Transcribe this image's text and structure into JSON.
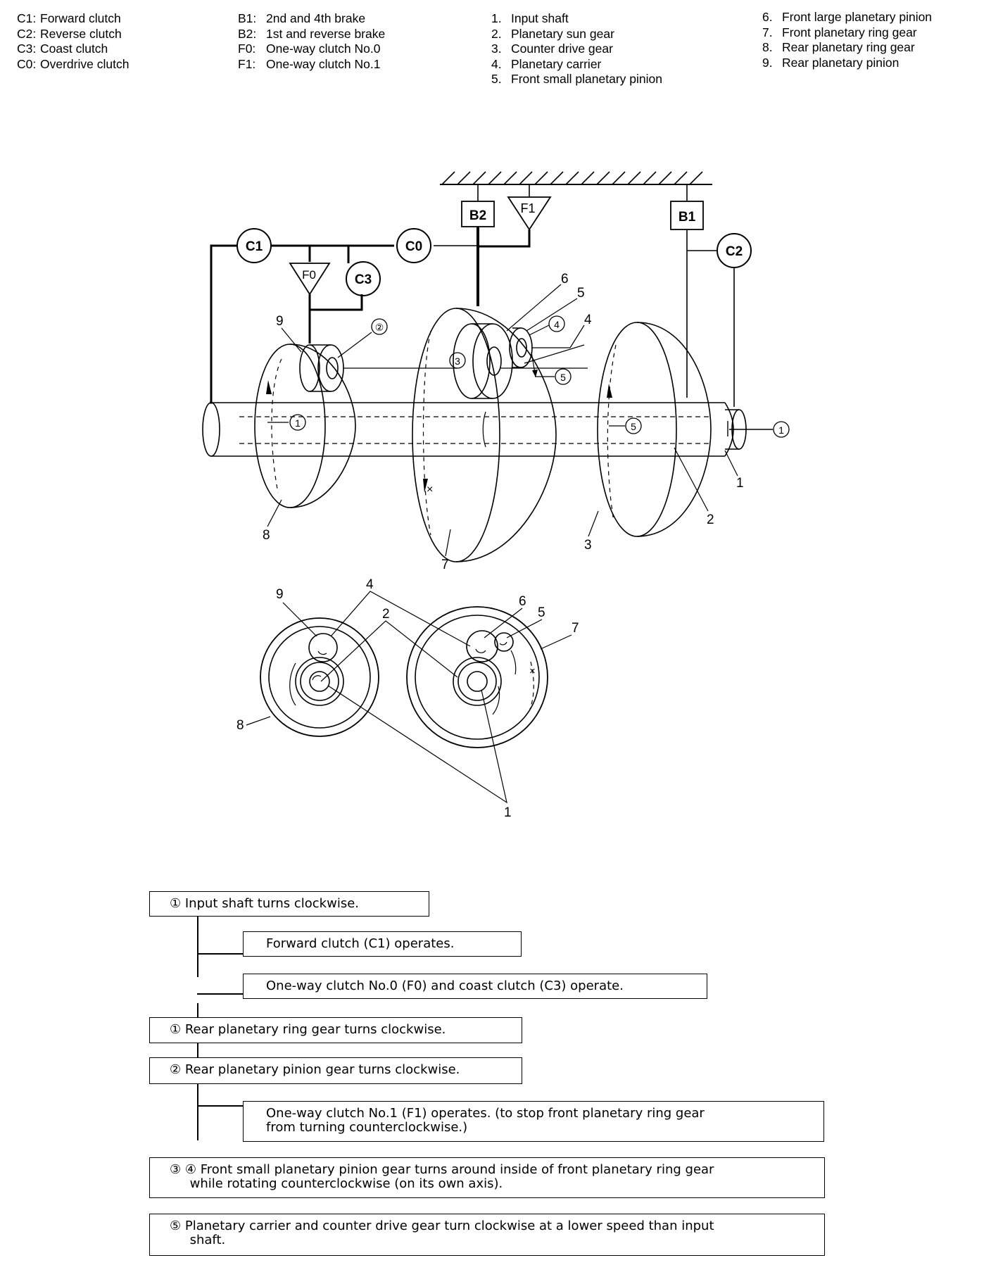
{
  "legend": {
    "col1": [
      {
        "key": "C1:",
        "text": "Forward clutch"
      },
      {
        "key": "C2:",
        "text": "Reverse clutch"
      },
      {
        "key": "C3:",
        "text": "Coast clutch"
      },
      {
        "key": "C0:",
        "text": "Overdrive clutch"
      }
    ],
    "col2": [
      {
        "key": "B1:",
        "text": "2nd and 4th brake"
      },
      {
        "key": "B2:",
        "text": "1st and reverse brake"
      },
      {
        "key": "F0:",
        "text": "One-way clutch No.0"
      },
      {
        "key": "F1:",
        "text": "One-way clutch No.1"
      }
    ],
    "col3": [
      {
        "key": "1.",
        "text": "Input shaft"
      },
      {
        "key": "2.",
        "text": "Planetary sun gear"
      },
      {
        "key": "3.",
        "text": "Counter drive gear"
      },
      {
        "key": "4.",
        "text": "Planetary carrier"
      },
      {
        "key": "5.",
        "text": "Front small planetary pinion"
      }
    ],
    "col4": [
      {
        "key": "6.",
        "text": "Front large planetary pinion"
      },
      {
        "key": "7.",
        "text": "Front planetary ring gear"
      },
      {
        "key": "8.",
        "text": "Rear planetary ring gear"
      },
      {
        "key": "9.",
        "text": "Rear planetary pinion"
      }
    ]
  },
  "diagram": {
    "boxes": {
      "b2": "B2",
      "f1": "F1",
      "b1": "B1",
      "f0": "F0"
    },
    "circles": {
      "c1": "C1",
      "c0": "C0",
      "c2": "C2",
      "c3": "C3"
    },
    "step_markers": {
      "s1": "①",
      "s2": "②",
      "s3": "③",
      "s4": "④",
      "s5": "⑤"
    },
    "part_numbers": {
      "n1": "1",
      "n2": "2",
      "n3": "3",
      "n4": "4",
      "n5": "5",
      "n6": "6",
      "n7": "7",
      "n8": "8",
      "n9": "9"
    },
    "x_mark": "×"
  },
  "flow": [
    {
      "text": "① Input shaft turns clockwise."
    },
    {
      "text": "Forward clutch (C1) operates."
    },
    {
      "text": "One-way clutch No.0 (F0) and coast clutch (C3) operate."
    },
    {
      "text": "① Rear planetary ring gear turns clockwise."
    },
    {
      "text": "② Rear planetary pinion gear turns clockwise."
    },
    {
      "text": "One-way clutch No.1 (F1) operates. (to stop front planetary ring gear\nfrom turning counterclockwise.)"
    },
    {
      "text": "③ ④ Front small planetary pinion gear turns around inside of front planetary ring gear\n     while rotating counterclockwise (on its own axis)."
    },
    {
      "text": "⑤ Planetary carrier and counter drive gear turn clockwise at a lower speed than input\n     shaft."
    }
  ]
}
